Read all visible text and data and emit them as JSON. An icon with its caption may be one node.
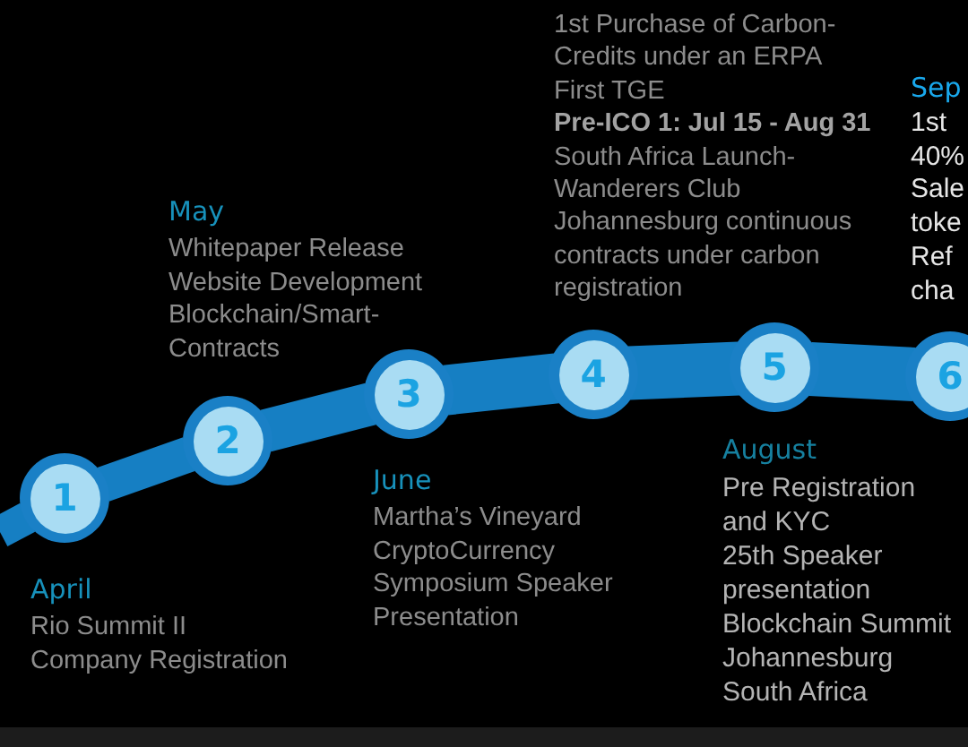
{
  "diagram": {
    "nodes": [
      {
        "text": [
          "1"
        ],
        "beside": [
          "April",
          "Rio Summit II",
          "Company Registration"
        ]
      },
      {
        "text": [
          "2"
        ],
        "beside": [
          "May",
          "Whitepaper Release",
          "Website Development",
          "Blockchain/Smart-Contracts"
        ]
      },
      {
        "text": [
          "3"
        ],
        "beside": [
          "June",
          "Martha’s Vineyard CryptoCurrency Symposium Speaker Presentation"
        ]
      },
      {
        "text": [
          "4"
        ],
        "beside": [
          "1st Purchase of Carbon-Credits under an ERPA",
          "First TGE",
          "Pre-ICO 1: Jul 15 - Aug 31",
          "South Africa Launch-Wanderers Club Johannesburg continuous contracts under carbon registration"
        ]
      },
      {
        "text": [
          "5"
        ],
        "beside": [
          "August",
          "Pre Registration and KYC",
          "25th Speaker presentation Blockchain Summit Johannesburg South Africa"
        ]
      },
      {
        "text": [
          "6"
        ],
        "beside": [
          "Sep",
          "1st 40% Sale toke Ref cha"
        ]
      }
    ],
    "edges": [
      {
        "from": null,
        "to": 0,
        "arrow": "none"
      },
      {
        "from": 0,
        "to": 1,
        "arrow": "none"
      },
      {
        "from": 1,
        "to": 2,
        "arrow": "none"
      },
      {
        "from": 2,
        "to": 3,
        "arrow": "none"
      },
      {
        "from": 3,
        "to": 4,
        "arrow": "none"
      },
      {
        "from": 4,
        "to": 5,
        "arrow": "none"
      }
    ]
  }
}
